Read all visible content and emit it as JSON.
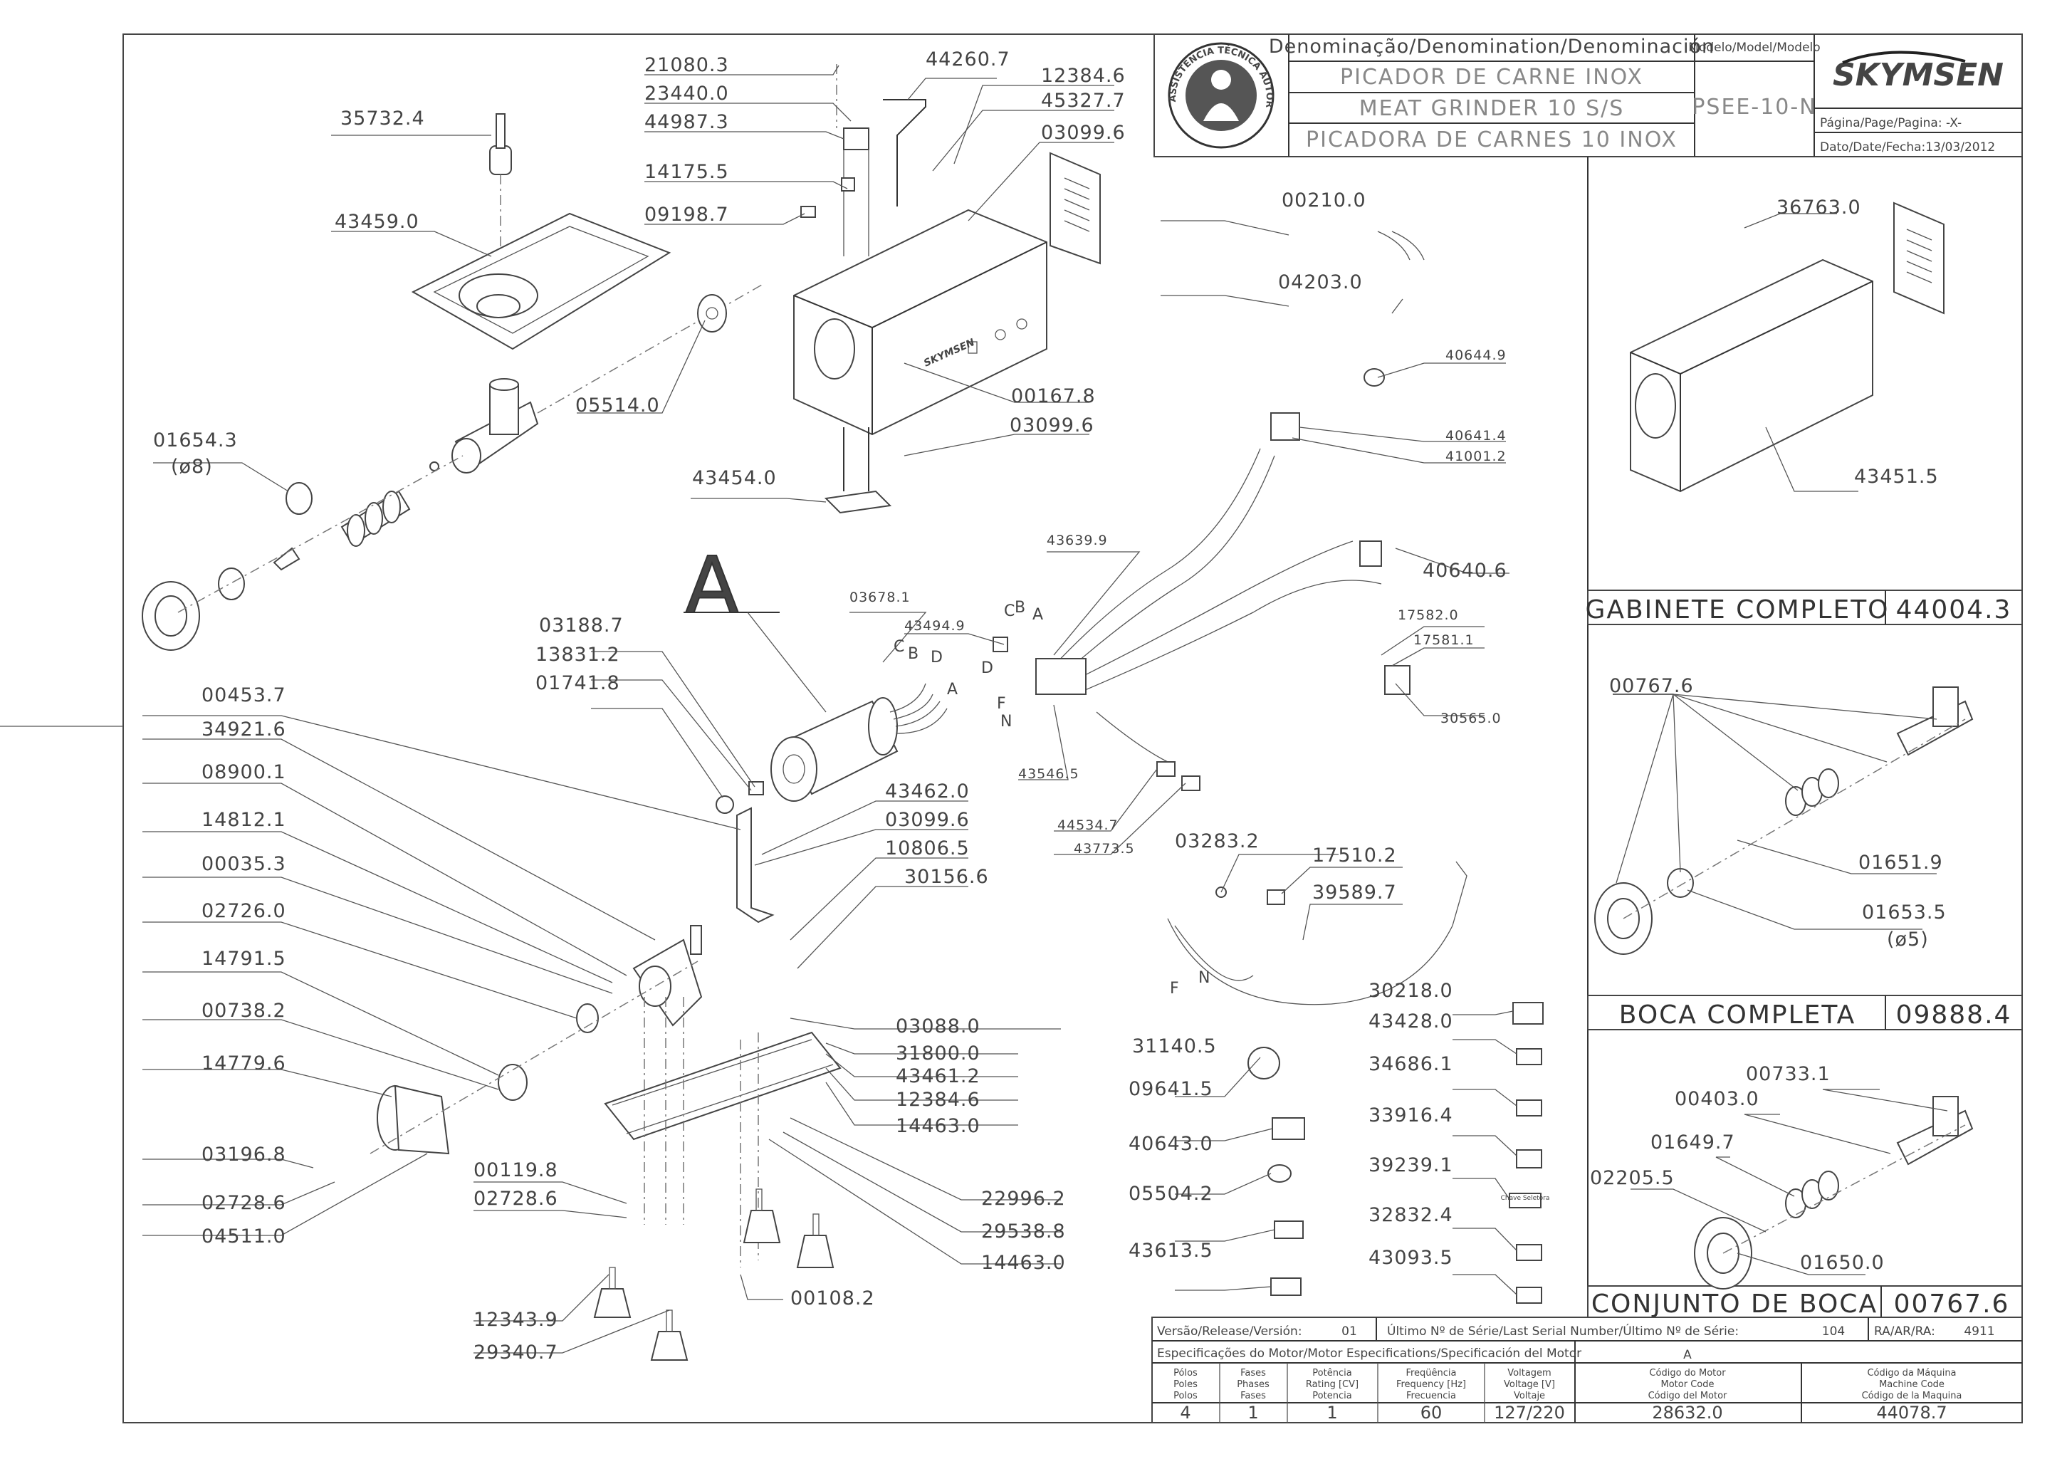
{
  "title_block": {
    "denomination_header": "Denominação/Denomination/Denominación",
    "model_header": "Modelo/Model/Modelo",
    "name_pt": "PICADOR DE CARNE INOX",
    "name_en": "MEAT GRINDER 10 S/S",
    "name_es": "PICADORA DE CARNES 10 INOX",
    "model": "PSEE-10-N",
    "brand": "SKYMSEN",
    "page_label": "Página/Page/Pagina: -X-",
    "date_label": "Dato/Date/Fecha:13/03/2012",
    "seal_text": "ASSISTÊNCIA TÉCNICA AUTORIZADA"
  },
  "footer": {
    "version_label": "Versão/Release/Versión:",
    "version": "01",
    "serial_label": "Último Nº de Série/Last Serial Number/Último Nº de Série:",
    "serial": "104",
    "ra_label": "RA/AR/RA:",
    "ra": "4911",
    "motor_spec_label": "Especificações do Motor/Motor Especifications/Specificación del Motor",
    "motor_group": "A",
    "col_poles": [
      "Pólos",
      "Poles",
      "Polos"
    ],
    "col_phases": [
      "Fases",
      "Phases",
      "Fases"
    ],
    "col_power": [
      "Potência",
      "Rating [CV]",
      "Potencia"
    ],
    "col_freq": [
      "Freqüência",
      "Frequency [Hz]",
      "Frecuencia"
    ],
    "col_volt": [
      "Voltagem",
      "Voltage [V]",
      "Voltaje"
    ],
    "col_motor_code": [
      "Código do Motor",
      "Motor Code",
      "Código del Motor"
    ],
    "col_machine_code": [
      "Código da Máquina",
      "Machine Code",
      "Código de la Maquina"
    ],
    "poles": "4",
    "phases": "1",
    "power": "1",
    "freq": "60",
    "volt": "127/220",
    "motor_code": "28632.0",
    "machine_code": "44078.7"
  },
  "sections": {
    "cabinet": {
      "label": "GABINETE COMPLETO",
      "code": "44004.3"
    },
    "mouth": {
      "label": "BOCA COMPLETA",
      "code": "09888.4"
    },
    "mouth_set": {
      "label": "CONJUNTO DE BOCA",
      "code": "00767.6"
    }
  },
  "motor_letter": "A",
  "wire_letters": [
    "C",
    "B",
    "A",
    "D",
    "F",
    "N"
  ],
  "labels": {
    "p21080_3": "21080.3",
    "p23440_0": "23440.0",
    "p44987_3": "44987.3",
    "p14175_5": "14175.5",
    "p09198_7": "09198.7",
    "p44260_7": "44260.7",
    "p12384_6a": "12384.6",
    "p45327_7": "45327.7",
    "p03099_6a": "03099.6",
    "p35732_4": "35732.4",
    "p43459_0": "43459.0",
    "p05514_0": "05514.0",
    "p01654_3": "01654.3",
    "p01654_3d": "(ø8)",
    "p00167_8": "00167.8",
    "p03099_6b": "03099.6",
    "p43454_0": "43454.0",
    "p00210_0": "00210.0",
    "p04203_0": "04203.0",
    "p40644_9": "40644.9",
    "p40641_4": "40641.4",
    "p41001_2": "41001.2",
    "p43639_9": "43639.9",
    "p40640_6": "40640.6",
    "p03678_1": "03678.1",
    "p43494_9": "43494.9",
    "p17582_0": "17582.0",
    "p17581_1": "17581.1",
    "p30565_0": "30565.0",
    "p43546_5": "43546.5",
    "p44534_7": "44534.7",
    "p43773_5": "43773.5",
    "p03188_7": "03188.7",
    "p13831_2": "13831.2",
    "p01741_8": "01741.8",
    "p00453_7": "00453.7",
    "p34921_6": "34921.6",
    "p08900_1": "08900.1",
    "p14812_1": "14812.1",
    "p00035_3": "00035.3",
    "p02726_0": "02726.0",
    "p14791_5": "14791.5",
    "p00738_2": "00738.2",
    "p14779_6": "14779.6",
    "p03196_8": "03196.8",
    "p02728_6a": "02728.6",
    "p04511_0": "04511.0",
    "p00119_8": "00119.8",
    "p02728_6b": "02728.6",
    "p12343_9": "12343.9",
    "p29340_7": "29340.7",
    "p43462_0": "43462.0",
    "p03099_6c": "03099.6",
    "p10806_5": "10806.5",
    "p30156_6": "30156.6",
    "p03088_0": "03088.0",
    "p31800_0": "31800.0",
    "p43461_2": "43461.2",
    "p12384_6b": "12384.6",
    "p14463_0a": "14463.0",
    "p22996_2": "22996.2",
    "p29538_8": "29538.8",
    "p14463_0b": "14463.0",
    "p00108_2": "00108.2",
    "p03283_2": "03283.2",
    "p17510_2": "17510.2",
    "p39589_7": "39589.7",
    "p30218_0": "30218.0",
    "p43428_0": "43428.0",
    "p34686_1": "34686.1",
    "p33916_4": "33916.4",
    "p39239_1": "39239.1",
    "p32832_4": "32832.4",
    "p43093_5": "43093.5",
    "p31140_5": "31140.5",
    "p09641_5": "09641.5",
    "p40643_0": "40643.0",
    "p05504_2": "05504.2",
    "p43613_5": "43613.5",
    "p36763_0": "36763.0",
    "p43451_5": "43451.5",
    "p00767_6": "00767.6",
    "p01651_9": "01651.9",
    "p01653_5": "01653.5",
    "p01653_5d": "(ø5)",
    "p00733_1": "00733.1",
    "p00403_0": "00403.0",
    "p01649_7": "01649.7",
    "p02205_5": "02205.5",
    "p01650_0": "01650.0"
  },
  "switch_label": "Chave Seletora"
}
